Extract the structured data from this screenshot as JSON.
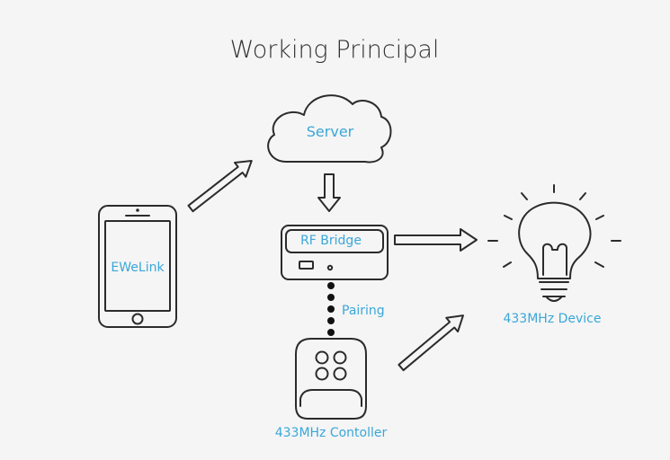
{
  "title": "Working Principal",
  "nodes": {
    "server": {
      "label": "Server"
    },
    "phone": {
      "label": "EWeLink"
    },
    "bridge": {
      "label": "RF Bridge"
    },
    "device": {
      "label": "433MHz Device"
    },
    "controller": {
      "label": "433MHz Contoller"
    }
  },
  "links": {
    "pairing": {
      "label": "Pairing"
    }
  },
  "colors": {
    "accent": "#3aa7d9",
    "title": "#333333",
    "outline": "#2b2b2b",
    "background": "#f5f5f5"
  }
}
